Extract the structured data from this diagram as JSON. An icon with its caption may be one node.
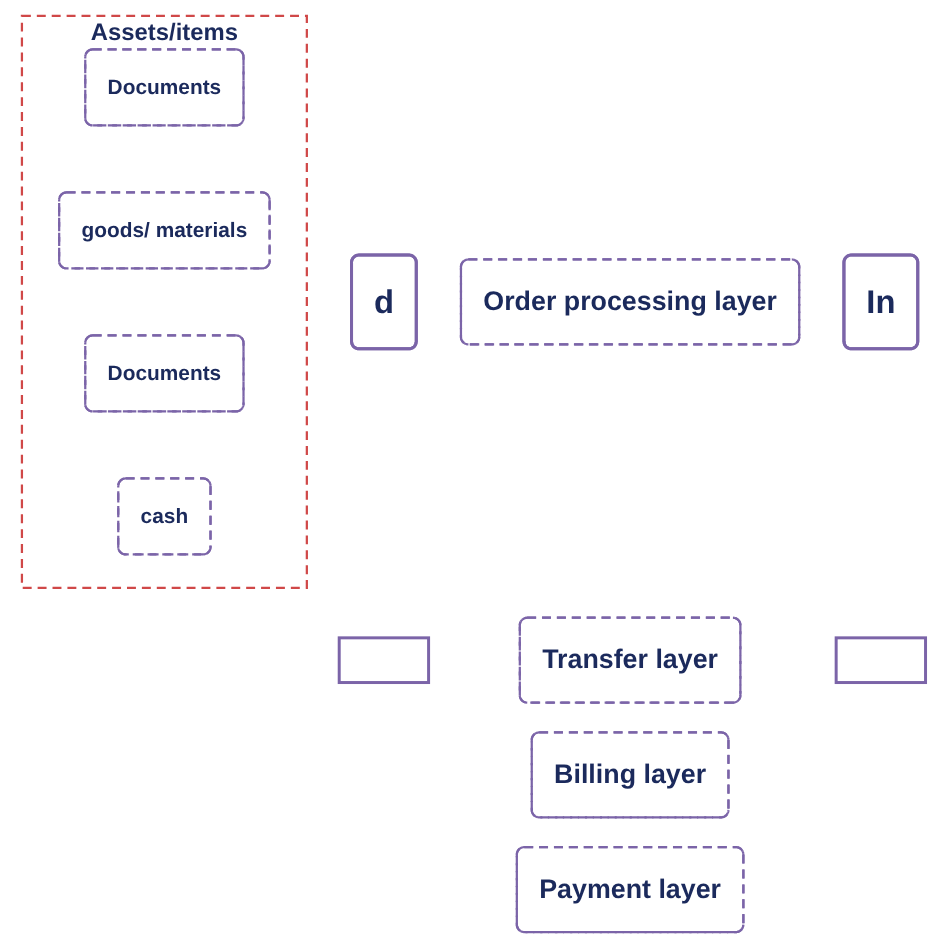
{
  "diagram": {
    "nodes": [
      {
        "text": [
          "d"
        ]
      },
      {
        "text": [],
        "shape": "box"
      },
      {
        "text": [
          "Order processing layer"
        ]
      },
      {
        "text": [
          "Transfer layer"
        ]
      },
      {
        "text": [
          "Billing layer"
        ]
      },
      {
        "text": [
          "Payment layer"
        ]
      },
      {
        "text": [
          "Assets/items"
        ]
      },
      {
        "text": [
          "Documents"
        ],
        "in": 6
      },
      {
        "text": [
          "goods/ materials"
        ],
        "in": 6
      },
      {
        "text": [
          "Documents"
        ],
        "in": 6
      },
      {
        "text": [
          "cash"
        ],
        "in": 6
      },
      {
        "text": [
          "In"
        ]
      },
      {
        "text": [],
        "shape": "box"
      }
    ]
  }
}
